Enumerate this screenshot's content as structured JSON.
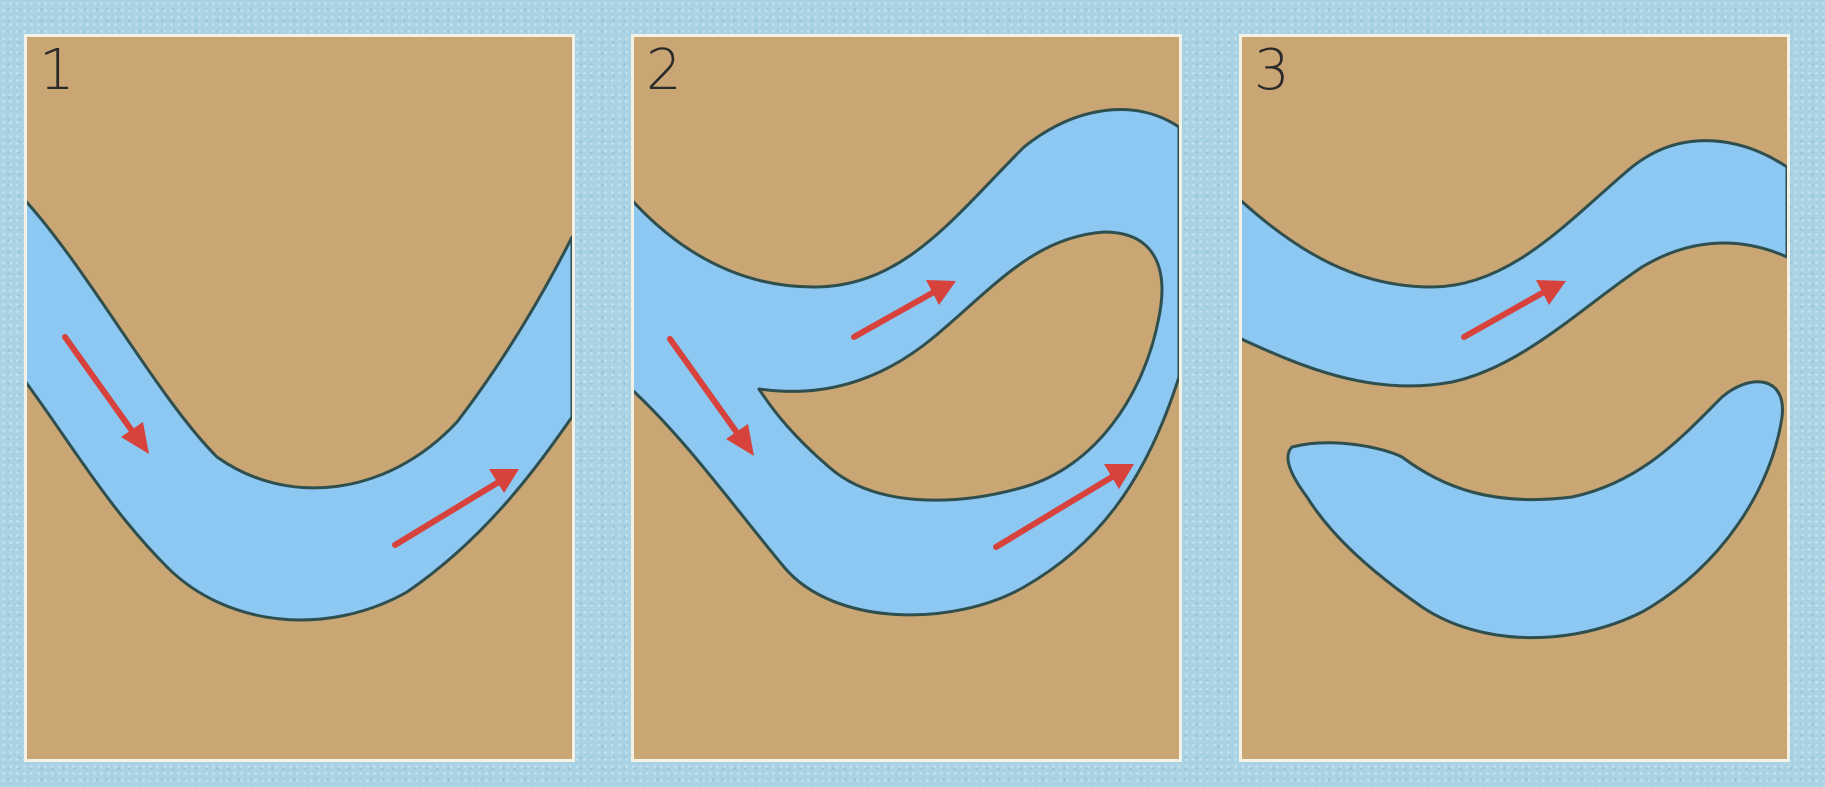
{
  "panels": [
    {
      "label": "1"
    },
    {
      "label": "2"
    },
    {
      "label": "3"
    }
  ],
  "colors": {
    "background": "#a9d3e4",
    "land": "#c9a673",
    "water": "#8cc8f2",
    "riverbank": "#2f4f4f",
    "flow_arrow": "#d8423c",
    "panel_border": "#f4f1e6"
  },
  "icons": [
    "flow-arrow-icon"
  ]
}
